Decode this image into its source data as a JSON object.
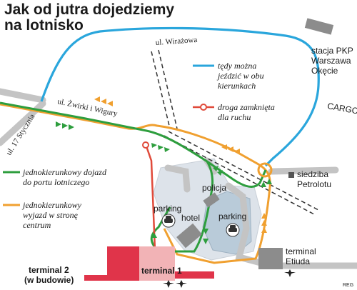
{
  "title_lines": [
    "Jak od jutra dojedziemy",
    "na lotnisko"
  ],
  "streets": {
    "wirazowa": "ul. Wirażowa",
    "zwirki": "ul. Żwirki i Wigury",
    "siedemnastego": "ul. 17 Stycznia",
    "cargo": "CARGO"
  },
  "places": {
    "pkp": [
      "stacja PKP",
      "Warszawa",
      "Okęcie"
    ],
    "petrolot": [
      "siedziba",
      "Petrolotu"
    ],
    "policja": "policja",
    "parking_left": "parking",
    "hotel": "hotel",
    "parking_right": "parking",
    "terminal_etiuda": [
      "terminal",
      "Etiuda"
    ],
    "terminal1": "terminal 1",
    "terminal2": [
      "terminal 2",
      "(w budowie)"
    ]
  },
  "legend": {
    "both_ways": [
      "tędy można",
      "jeździć w obu",
      "kierunkach"
    ],
    "closed": [
      "droga zamknięta",
      "dla ruchu"
    ],
    "one_way_in": [
      "jednokierunkowy dojazd",
      "do portu lotniczego"
    ],
    "one_way_out": [
      "jednokierunkowy",
      "wyjazd w stronę",
      "centrum"
    ]
  },
  "credit": "REG",
  "colors": {
    "two_way_road": "#2aa6dc",
    "closed_road": "#e04a3a",
    "inbound_road": "#2e9e3e",
    "outbound_road": "#f0a030",
    "terminal_red": "#e0344a",
    "terminal_pink": "#f2b3b6",
    "building_gray": "#8c8c8c",
    "terminal_area": "#d4dde6"
  },
  "icons": {
    "parking": "car-icon",
    "airport": "airplane-icon"
  }
}
